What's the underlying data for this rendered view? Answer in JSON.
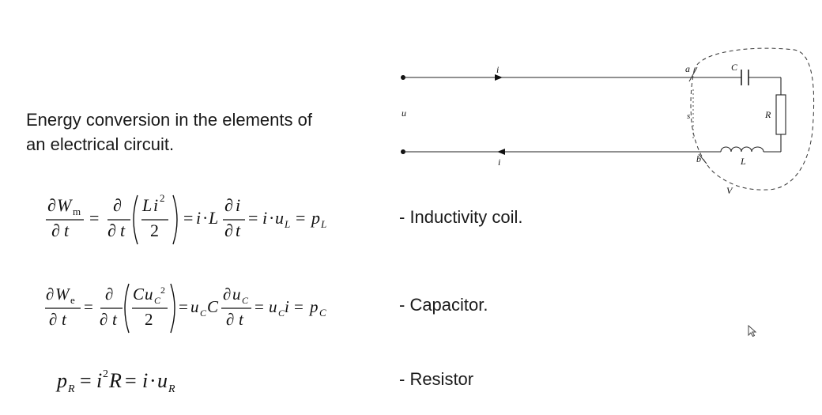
{
  "intro": {
    "line1": "Energy conversion in the elements of",
    "line2": "an electrical circuit."
  },
  "items": [
    {
      "description": "- Inductivity coil."
    },
    {
      "description": "- Capacitor."
    },
    {
      "description": "- Resistor"
    }
  ],
  "circuit": {
    "labels": {
      "current_top": "i",
      "current_bottom": "i",
      "voltage": "u",
      "node_a": "a",
      "node_b": "b",
      "surface": "s",
      "volume": "V",
      "capacitor": "C",
      "resistor": "R",
      "inductor": "L"
    }
  }
}
